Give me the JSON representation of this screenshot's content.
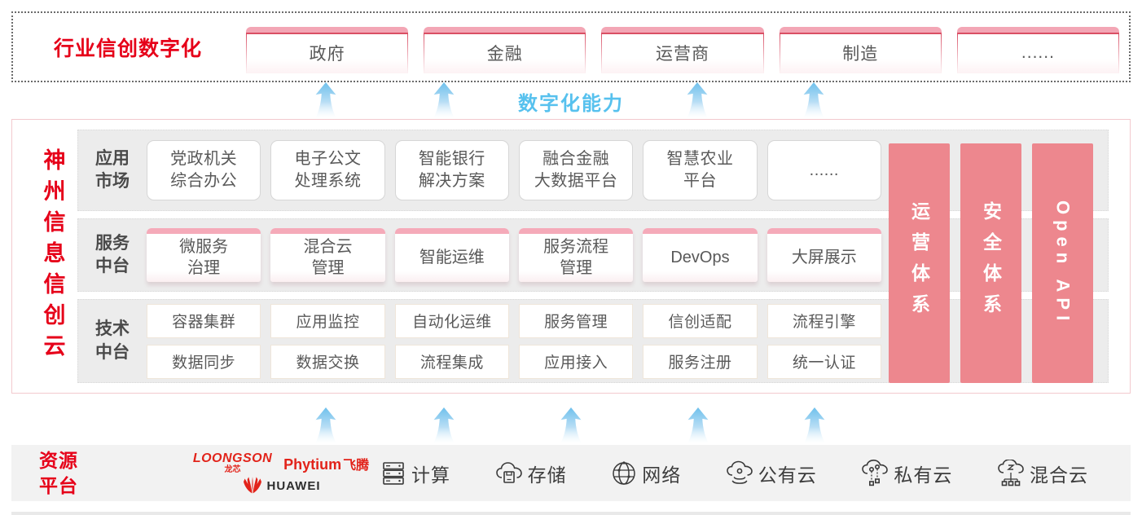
{
  "top_banner": {
    "title": "行业信创数字化",
    "sectors": [
      "政府",
      "金融",
      "运营商",
      "制造",
      "......"
    ]
  },
  "capability_label": "数字化能力",
  "platform": {
    "title_vertical": "神州信息信创云",
    "rows": [
      {
        "label": "应用\n市场",
        "items": [
          "党政机关\n综合办公",
          "电子公文\n处理系统",
          "智能银行\n解决方案",
          "融合金融\n大数据平台",
          "智慧农业\n平台",
          "......"
        ]
      },
      {
        "label": "服务\n中台",
        "items": [
          "微服务\n治理",
          "混合云\n管理",
          "智能运维",
          "服务流程\n管理",
          "DevOps",
          "大屏展示"
        ]
      },
      {
        "label": "技术\n中台",
        "items_top": [
          "容器集群",
          "应用监控",
          "自动化运维",
          "服务管理",
          "信创适配",
          "流程引擎"
        ],
        "items_bottom": [
          "数据同步",
          "数据交换",
          "流程集成",
          "应用接入",
          "服务注册",
          "统一认证"
        ]
      }
    ],
    "pillars": [
      "运营体系",
      "安全体系",
      "Open API"
    ]
  },
  "resources": {
    "title": "资源\n平台",
    "vendors": {
      "loongson_en": "LOONGSON",
      "loongson_cn": "龙芯",
      "phytium_en": "Phytium",
      "phytium_cn": "飞腾",
      "huawei": "HUAWEI"
    },
    "items": [
      {
        "icon": "server-icon",
        "label": "计算"
      },
      {
        "icon": "storage-icon",
        "label": "存储"
      },
      {
        "icon": "network-icon",
        "label": "网络"
      },
      {
        "icon": "public-cloud-icon",
        "label": "公有云"
      },
      {
        "icon": "private-cloud-icon",
        "label": "私有云"
      },
      {
        "icon": "hybrid-cloud-icon",
        "label": "混合云"
      }
    ]
  },
  "colors": {
    "brand_red": "#e60019",
    "pillar_pink": "#ed878e",
    "capability_blue": "#57c1ee",
    "row_gray": "#ececec",
    "tab_cap_pink": "#f3a6b5"
  }
}
